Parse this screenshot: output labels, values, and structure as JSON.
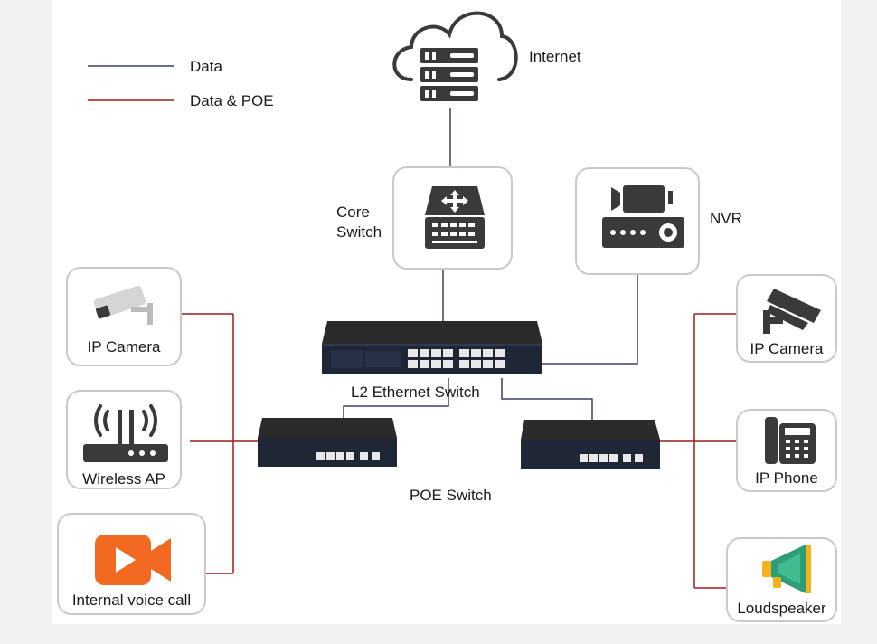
{
  "legend": {
    "data_label": "Data",
    "data_poe_label": "Data & POE"
  },
  "colors": {
    "data_line": "#3b3f66",
    "poe_line": "#9b1c1c",
    "box_border": "#c9c9c9",
    "icon_dark": "#3a3a3a",
    "video_orange": "#f26a21",
    "speaker_yellow": "#f6b21b",
    "speaker_green": "#2e9e79"
  },
  "nodes": {
    "internet": "Internet",
    "core_switch_line1": "Core",
    "core_switch_line2": "Switch",
    "nvr": "NVR",
    "l2_switch": "L2 Ethernet Switch",
    "poe_switch": "POE Switch",
    "ip_camera_left": "IP Camera",
    "wireless_ap": "Wireless AP",
    "internal_voice_call": "Internal voice call",
    "ip_camera_right": "IP Camera",
    "ip_phone": "IP Phone",
    "loudspeaker": "Loudspeaker"
  },
  "icons": {
    "internet": "cloud-server-icon",
    "core_switch": "core-switch-icon",
    "nvr": "nvr-recorder-icon",
    "ip_camera_left": "bullet-camera-icon",
    "wireless_ap": "wifi-router-icon",
    "internal_voice_call": "video-call-icon",
    "ip_camera_right": "cctv-camera-icon",
    "ip_phone": "desk-phone-icon",
    "loudspeaker": "megaphone-icon"
  }
}
